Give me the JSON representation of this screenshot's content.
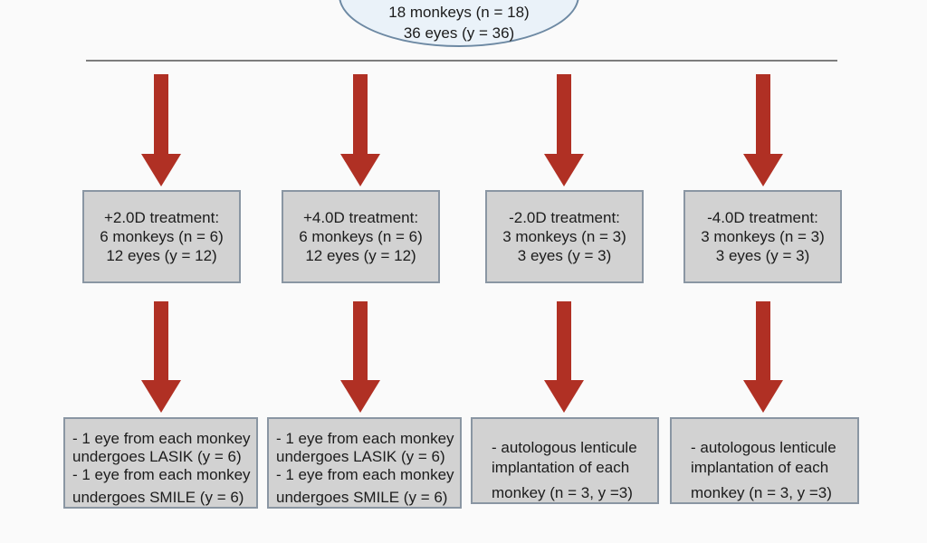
{
  "colors": {
    "background": "#fafafa",
    "box_fill": "#d2d2d2",
    "box_border": "#8a96a3",
    "ellipse_fill": "#eaf2f9",
    "ellipse_border": "#6d89a3",
    "arrow": "#b03024",
    "line": "#7d7d7d",
    "text": "#1c1c1c"
  },
  "flowchart": {
    "root_node": {
      "lines": [
        "18 monkeys (n = 18)",
        "36 eyes (y = 36)"
      ]
    },
    "treatment_row": [
      {
        "lines": [
          "+2.0D treatment:",
          "6 monkeys (n = 6)",
          "12 eyes (y = 12)"
        ]
      },
      {
        "lines": [
          "+4.0D treatment:",
          "6 monkeys (n = 6)",
          "12 eyes (y = 12)"
        ]
      },
      {
        "lines": [
          "-2.0D treatment:",
          "3 monkeys (n = 3)",
          "3 eyes (y = 3)"
        ]
      },
      {
        "lines": [
          "-4.0D treatment:",
          "3 monkeys (n = 3)",
          "3 eyes (y = 3)"
        ]
      }
    ],
    "procedure_row": [
      {
        "lines": [
          "- 1 eye from each monkey",
          "undergoes LASIK (y = 6)",
          "- 1 eye from each monkey",
          "undergoes SMILE (y = 6)"
        ]
      },
      {
        "lines": [
          "- 1 eye from each monkey",
          "undergoes LASIK (y = 6)",
          "- 1 eye from each monkey",
          "undergoes SMILE (y = 6)"
        ]
      },
      {
        "lines": [
          "- autologous lenticule",
          "implantation of each",
          "monkey (n = 3, y =3)"
        ]
      },
      {
        "lines": [
          "- autologous lenticule",
          "implantation of each",
          "monkey (n = 3, y =3)"
        ]
      }
    ]
  }
}
